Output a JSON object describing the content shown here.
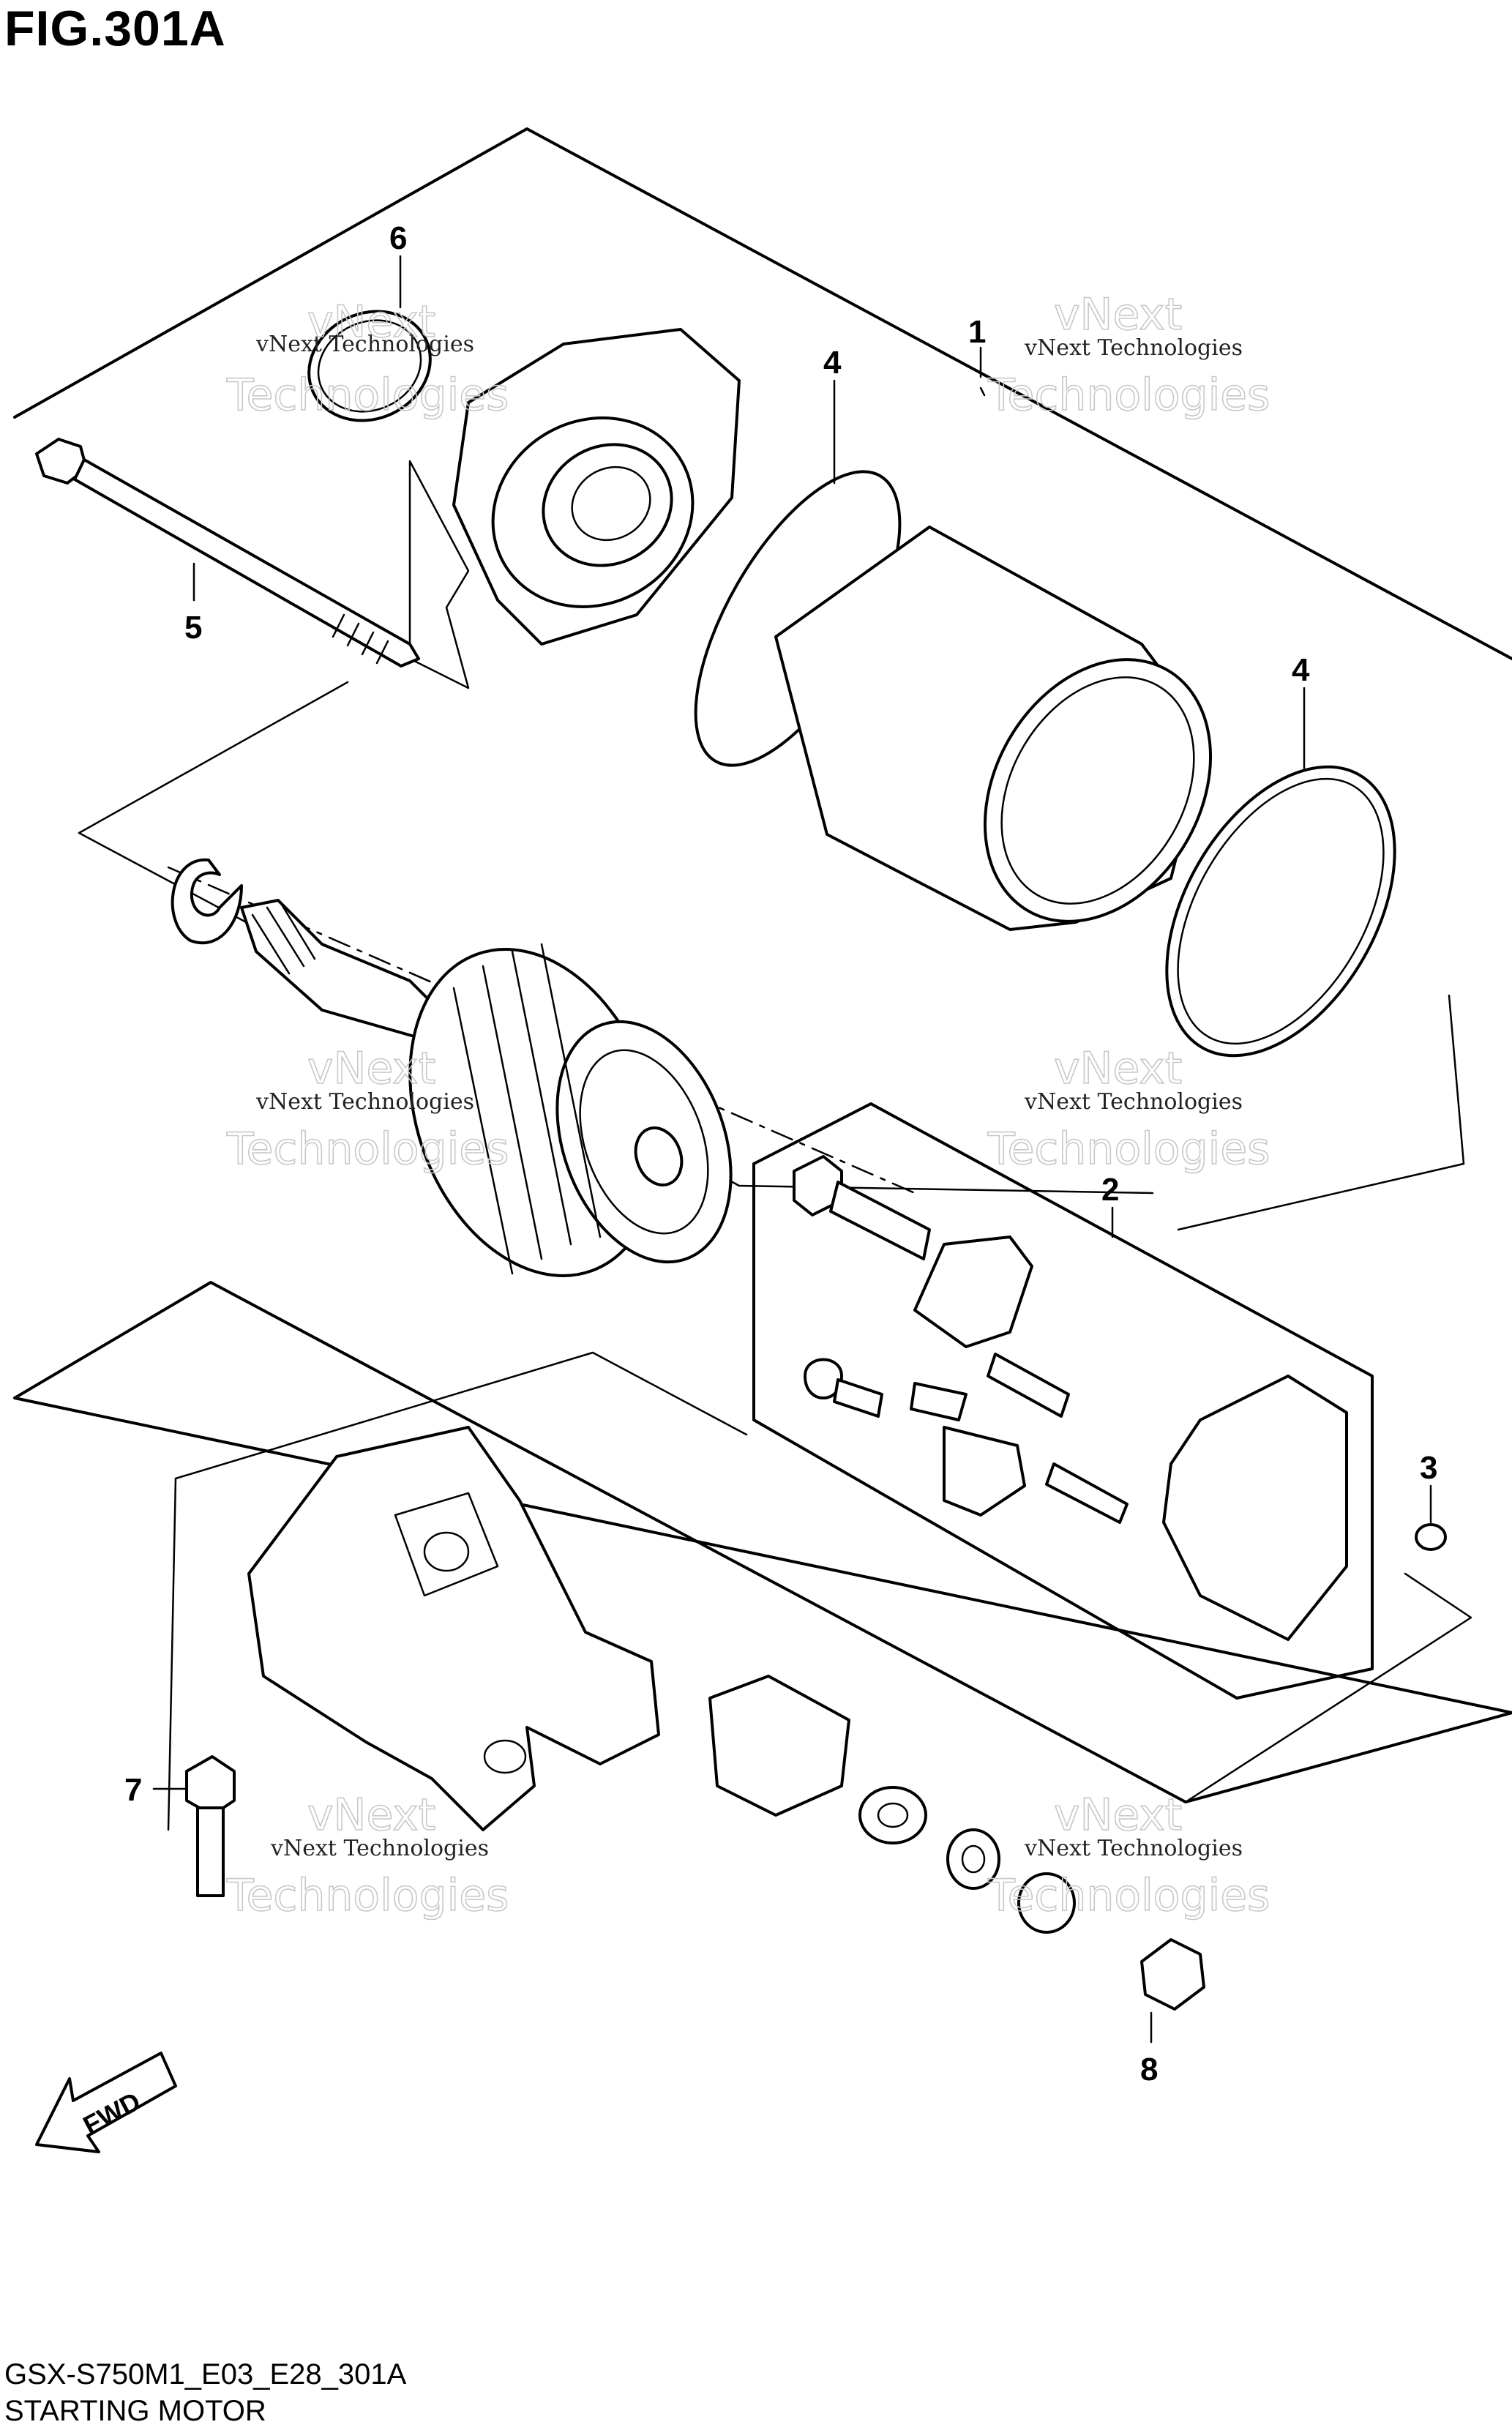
{
  "figure": {
    "title": "FIG.301A",
    "code": "GSX-S750M1_E03_E28_301A",
    "caption": "STARTING MOTOR"
  },
  "callouts": [
    {
      "id": "1",
      "part": "starting-motor-assembly"
    },
    {
      "id": "2",
      "part": "brush-set"
    },
    {
      "id": "3",
      "part": "small-washer"
    },
    {
      "id": "4",
      "part": "o-ring-upper"
    },
    {
      "id": "4",
      "part": "o-ring-lower"
    },
    {
      "id": "5",
      "part": "long-through-bolt"
    },
    {
      "id": "6",
      "part": "o-ring-front-cover"
    },
    {
      "id": "7",
      "part": "mounting-bolt"
    },
    {
      "id": "8",
      "part": "terminal-nut"
    }
  ],
  "watermark": {
    "line1": "vNext Technologies",
    "line2": "vNext",
    "line3": "Technologies"
  },
  "fwd_label": "FWD"
}
